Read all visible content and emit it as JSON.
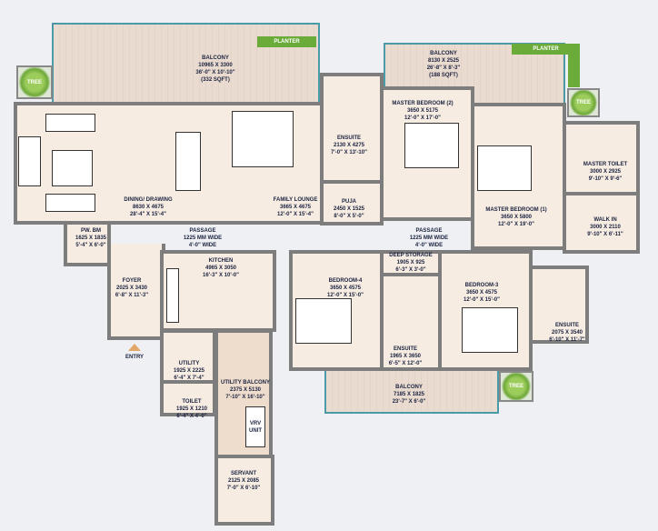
{
  "colors": {
    "wall": "#7d7d7d",
    "floor": "#f6ece2",
    "balcony_edge": "#4a9aa8",
    "door": "#d0702a",
    "planter": "#6aab3a",
    "text": "#1b2340"
  },
  "rooms": [
    {
      "name": "BALCONY",
      "mm": "10965 X 3300",
      "ft": "36'-0\" X 10'-10\"",
      "area": "(332 SQFT)"
    },
    {
      "name": "DINING/ DRAWING",
      "mm": "8630 X 4675",
      "ft": "28'-4\" X 15'-4\""
    },
    {
      "name": "FAMILY LOUNGE",
      "mm": "3665 X 4675",
      "ft": "12'-0\" X 15'-4\""
    },
    {
      "name": "PASSAGE",
      "mm": "1225 MM WIDE",
      "ft": "4'-0\" WIDE"
    },
    {
      "name": "PW. BM",
      "mm": "1625 X 1835",
      "ft": "5'-4\" X 6'-0\""
    },
    {
      "name": "FOYER",
      "mm": "2025 X 3430",
      "ft": "6'-8\" X 11'-3\""
    },
    {
      "name": "KITCHEN",
      "mm": "4965 X 3050",
      "ft": "16'-3\" X 10'-0\""
    },
    {
      "name": "UTILITY",
      "mm": "1925 X 2225",
      "ft": "6'-4\" X 7'-4\""
    },
    {
      "name": "TOILET",
      "mm": "1925 X 1210",
      "ft": "6'-4\" X 4'-0\""
    },
    {
      "name": "UTILITY BALCONY",
      "mm": "2375 X 5130",
      "ft": "7'-10\" X 16'-10\""
    },
    {
      "name": "SERVANT",
      "mm": "2125 X 2085",
      "ft": "7'-0\" X 6'-10\""
    },
    {
      "name": "ENSUITE",
      "mm": "2130 X 4275",
      "ft": "7'-0\" X 13'-10\""
    },
    {
      "name": "PUJA",
      "mm": "2450 X 1525",
      "ft": "8'-0\" X 5'-0\""
    },
    {
      "name": "BALCONY",
      "mm": "8130 X 2525",
      "ft": "26'-8\" X 8'-3\"",
      "area": "(188 SQFT)"
    },
    {
      "name": "MASTER BEDROOM (2)",
      "mm": "3650 X 5175",
      "ft": "12'-0\" X 17'-0\""
    },
    {
      "name": "MASTER BEDROOM (1)",
      "mm": "3650 X 5800",
      "ft": "12'-0\" X 19'-0\""
    },
    {
      "name": "MASTER TOILET",
      "mm": "3000 X 2925",
      "ft": "9'-10\" X 9'-6\""
    },
    {
      "name": "WALK IN",
      "mm": "3000 X 2110",
      "ft": "9'-10\" X 6'-11\""
    },
    {
      "name": "PASSAGE",
      "mm": "1225 MM WIDE",
      "ft": "4'-0\" WIDE"
    },
    {
      "name": "DEEP STORAGE",
      "mm": "1905 X 925",
      "ft": "6'-3\" X 3'-0\""
    },
    {
      "name": "BEDROOM-4",
      "mm": "3650 X 4575",
      "ft": "12'-0\" X 15'-0\""
    },
    {
      "name": "ENSUITE",
      "mm": "1965 X 3650",
      "ft": "6'-5\" X 12'-0\""
    },
    {
      "name": "BEDROOM-3",
      "mm": "3650 X 4575",
      "ft": "12'-0\" X 15'-0\""
    },
    {
      "name": "ENSUITE",
      "mm": "2075 X 3540",
      "ft": "6'-10\" X 11'-7\""
    },
    {
      "name": "BALCONY",
      "mm": "7185 X 1825",
      "ft": "23'-7\" X 6'-0\""
    }
  ],
  "labels": {
    "planter": "PLANTER",
    "tree": "TREE",
    "entry": "ENTRY",
    "vrv": "VRV UNIT"
  }
}
